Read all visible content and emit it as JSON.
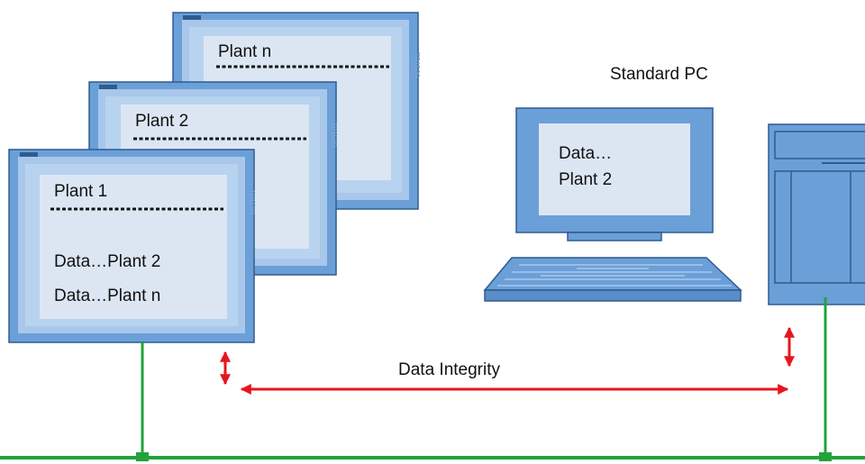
{
  "panels": {
    "panel_n": {
      "title": "Plant n",
      "model": "TP1500"
    },
    "panel_2": {
      "title": "Plant 2",
      "model": "TP1500"
    },
    "panel_1": {
      "title": "Plant 1",
      "model": "TP1500",
      "line1": "Data…Plant 2",
      "line2": "Data…Plant n"
    }
  },
  "pc": {
    "label": "Standard PC",
    "screen_line1": "Data…",
    "screen_line2": "Plant 2"
  },
  "integrity_label": "Data Integrity",
  "colors": {
    "bus": "#22a33a",
    "arrow": "#e8141c",
    "device_fill": "#6b9fd8",
    "device_stroke": "#2f5c8e",
    "bezel": "#a9c7ea",
    "screen": "#dce6f3"
  }
}
